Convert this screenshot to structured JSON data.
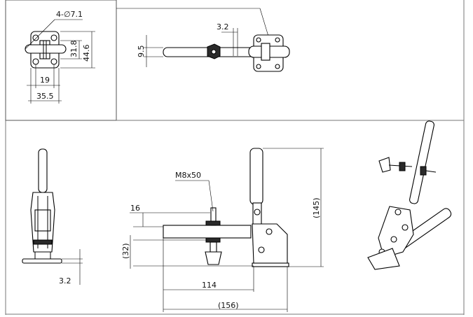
{
  "dimensions": {
    "holes": "4-∅7.1",
    "base_height_inner": "31.8",
    "base_height_outer": "44.6",
    "base_width_inner": "19",
    "base_width_outer": "35.5",
    "top_offset": "3.2",
    "top_bar_height": "9.5",
    "screw": "M8x50",
    "bar_thickness": "16",
    "arm_height": "(32)",
    "total_height": "(145)",
    "base_thickness": "3.2",
    "reach": "114",
    "total_length": "(156)"
  }
}
